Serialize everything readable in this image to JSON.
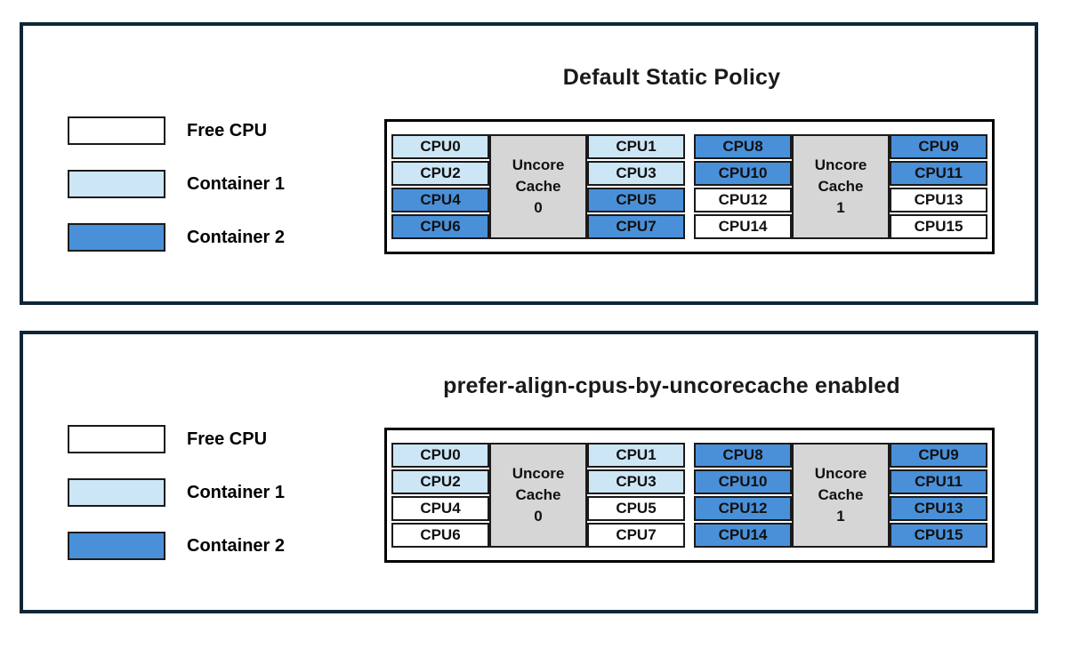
{
  "colors": {
    "free": "#ffffff",
    "container1": "#cde6f6",
    "container2": "#4a90d9",
    "cache_box": "#d6d6d6",
    "panel_border": "#0d2637"
  },
  "legend": [
    {
      "label": "Free CPU",
      "state": "free"
    },
    {
      "label": "Container 1",
      "state": "container1"
    },
    {
      "label": "Container 2",
      "state": "container2"
    }
  ],
  "panel1": {
    "title": "Default Static Policy",
    "group0": {
      "cache": [
        "Uncore",
        "Cache",
        "0"
      ],
      "left": [
        {
          "label": "CPU0",
          "state": "container1"
        },
        {
          "label": "CPU2",
          "state": "container1"
        },
        {
          "label": "CPU4",
          "state": "container2"
        },
        {
          "label": "CPU6",
          "state": "container2"
        }
      ],
      "right": [
        {
          "label": "CPU1",
          "state": "container1"
        },
        {
          "label": "CPU3",
          "state": "container1"
        },
        {
          "label": "CPU5",
          "state": "container2"
        },
        {
          "label": "CPU7",
          "state": "container2"
        }
      ]
    },
    "group1": {
      "cache": [
        "Uncore",
        "Cache",
        "1"
      ],
      "left": [
        {
          "label": "CPU8",
          "state": "container2"
        },
        {
          "label": "CPU10",
          "state": "container2"
        },
        {
          "label": "CPU12",
          "state": "free"
        },
        {
          "label": "CPU14",
          "state": "free"
        }
      ],
      "right": [
        {
          "label": "CPU9",
          "state": "container2"
        },
        {
          "label": "CPU11",
          "state": "container2"
        },
        {
          "label": "CPU13",
          "state": "free"
        },
        {
          "label": "CPU15",
          "state": "free"
        }
      ]
    }
  },
  "panel2": {
    "title": "prefer-align-cpus-by-uncorecache enabled",
    "group0": {
      "cache": [
        "Uncore",
        "Cache",
        "0"
      ],
      "left": [
        {
          "label": "CPU0",
          "state": "container1"
        },
        {
          "label": "CPU2",
          "state": "container1"
        },
        {
          "label": "CPU4",
          "state": "free"
        },
        {
          "label": "CPU6",
          "state": "free"
        }
      ],
      "right": [
        {
          "label": "CPU1",
          "state": "container1"
        },
        {
          "label": "CPU3",
          "state": "container1"
        },
        {
          "label": "CPU5",
          "state": "free"
        },
        {
          "label": "CPU7",
          "state": "free"
        }
      ]
    },
    "group1": {
      "cache": [
        "Uncore",
        "Cache",
        "1"
      ],
      "left": [
        {
          "label": "CPU8",
          "state": "container2"
        },
        {
          "label": "CPU10",
          "state": "container2"
        },
        {
          "label": "CPU12",
          "state": "container2"
        },
        {
          "label": "CPU14",
          "state": "container2"
        }
      ],
      "right": [
        {
          "label": "CPU9",
          "state": "container2"
        },
        {
          "label": "CPU11",
          "state": "container2"
        },
        {
          "label": "CPU13",
          "state": "container2"
        },
        {
          "label": "CPU15",
          "state": "container2"
        }
      ]
    }
  }
}
